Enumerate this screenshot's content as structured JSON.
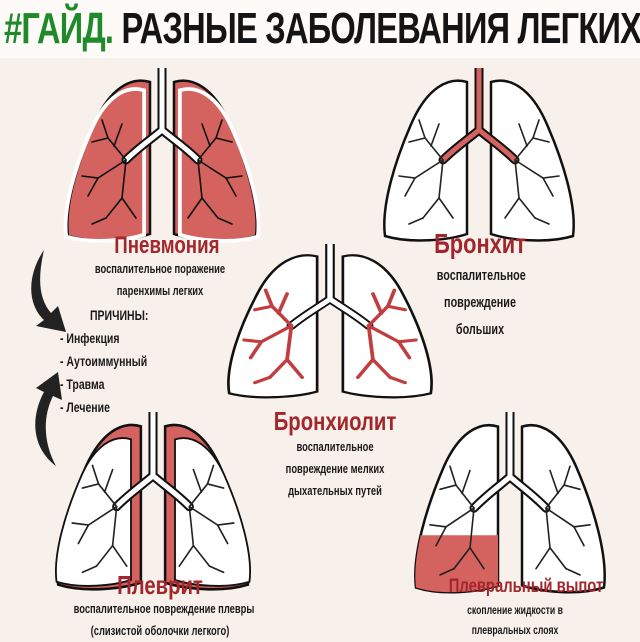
{
  "header": {
    "tag": "#ГАЙД.",
    "title": "РАЗНЫЕ ЗАБОЛЕВАНИЯ ЛЕГКИХ"
  },
  "colors": {
    "accent_red": "#a3262c",
    "lung_red": "#d4625e",
    "tag_green": "#1f8a2a",
    "background": "#f8f0ea"
  },
  "diseases": {
    "pneumonia": {
      "name": "Пневмония",
      "desc": [
        "воспалительное поражение",
        "паренхимы легких"
      ]
    },
    "bronchitis": {
      "name": "Бронхит",
      "desc": [
        "воспалительное",
        "повреждение",
        "больших"
      ]
    },
    "bronchiolitis": {
      "name": "Бронхиолит",
      "desc": [
        "воспалительное",
        "повреждение мелких",
        "дыхательных путей"
      ]
    },
    "pleurisy": {
      "name": "Плеврит",
      "desc": [
        "воспалительное повреждение плевры",
        "(слизистой оболочки легкого)"
      ]
    },
    "effusion": {
      "name": "Плевральный выпот",
      "desc": [
        "скопление жидкости в",
        "плевральных слоях"
      ]
    }
  },
  "causes": {
    "title": "ПРИЧИНЫ:",
    "items": [
      "- Инфекция",
      "- Аутоиммунный",
      "- Травма",
      "- Лечение"
    ]
  }
}
